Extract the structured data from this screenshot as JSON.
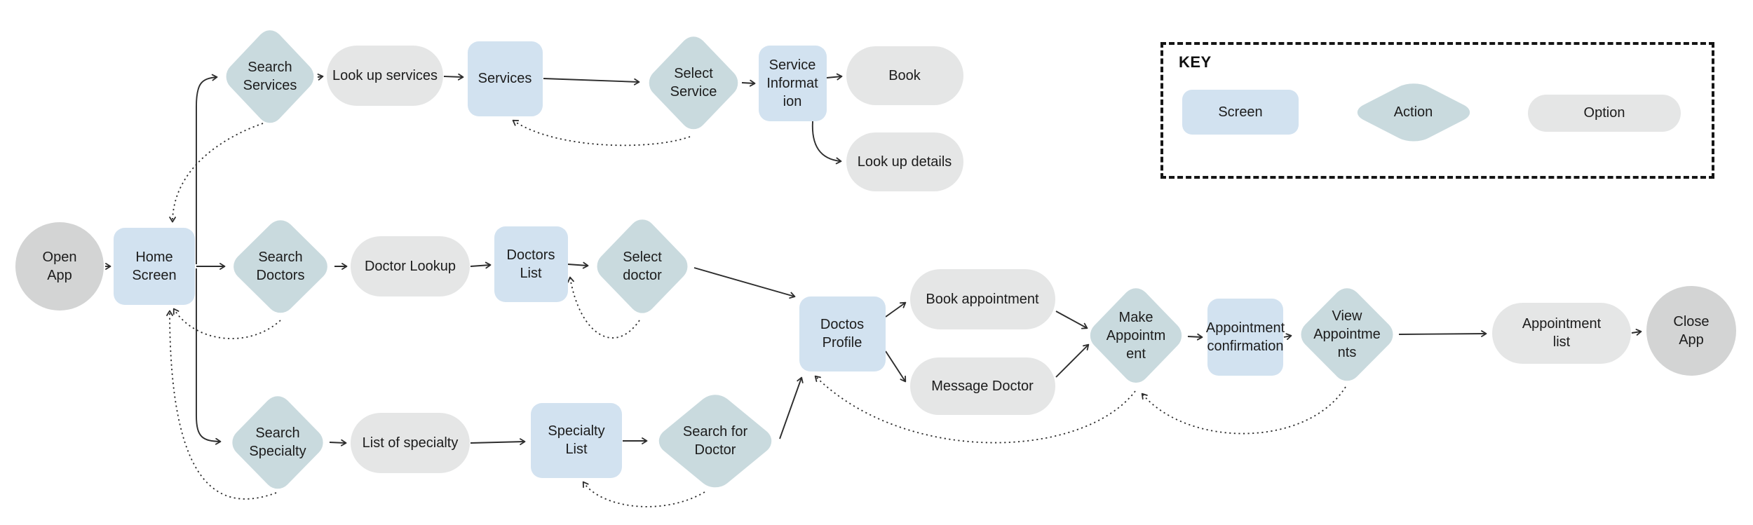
{
  "key": {
    "title": "KEY",
    "items": [
      {
        "type": "screen",
        "label": "Screen"
      },
      {
        "type": "action",
        "label": "Action"
      },
      {
        "type": "option",
        "label": "Option"
      }
    ]
  },
  "colors": {
    "screen": "#d2e2f0",
    "action": "#c9dade",
    "option": "#e5e6e6",
    "terminal": "#d3d4d4",
    "text": "#1c1c1c",
    "line": "#2d2d2d"
  },
  "nodes": [
    {
      "id": "open-app",
      "type": "terminal",
      "label": "Open\nApp"
    },
    {
      "id": "home-screen",
      "type": "screen",
      "label": "Home\nScreen"
    },
    {
      "id": "search-services",
      "type": "action",
      "label": "Search\nServices"
    },
    {
      "id": "look-up-services",
      "type": "option",
      "label": "Look up services"
    },
    {
      "id": "services",
      "type": "screen",
      "label": "Services"
    },
    {
      "id": "select-service",
      "type": "action",
      "label": "Select\nService"
    },
    {
      "id": "service-information",
      "type": "screen",
      "label": "Service\nInformat\nion"
    },
    {
      "id": "book",
      "type": "option",
      "label": "Book"
    },
    {
      "id": "look-up-details",
      "type": "option",
      "label": "Look up details"
    },
    {
      "id": "search-doctors",
      "type": "action",
      "label": "Search\nDoctors"
    },
    {
      "id": "doctor-lookup",
      "type": "option",
      "label": "Doctor Lookup"
    },
    {
      "id": "doctors-list",
      "type": "screen",
      "label": "Doctors\nList"
    },
    {
      "id": "select-doctor",
      "type": "action",
      "label": "Select\ndoctor"
    },
    {
      "id": "doctos-profile",
      "type": "screen",
      "label": "Doctos\nProfile"
    },
    {
      "id": "book-appointment",
      "type": "option",
      "label": "Book appointment"
    },
    {
      "id": "message-doctor",
      "type": "option",
      "label": "Message Doctor"
    },
    {
      "id": "make-appointment",
      "type": "action",
      "label": "Make\nAppointm\nent"
    },
    {
      "id": "appointment-confirmation",
      "type": "screen",
      "label": "Appointment\nconfirmation"
    },
    {
      "id": "view-appointments",
      "type": "action",
      "label": "View\nAppointme\nnts"
    },
    {
      "id": "appointment-list",
      "type": "option",
      "label": "Appointment\nlist"
    },
    {
      "id": "close-app",
      "type": "terminal",
      "label": "Close\nApp"
    },
    {
      "id": "search-specialty",
      "type": "action",
      "label": "Search\nSpecialty"
    },
    {
      "id": "list-of-specialty",
      "type": "option",
      "label": "List of specialty"
    },
    {
      "id": "specialty-list",
      "type": "screen",
      "label": "Specialty\nList"
    },
    {
      "id": "search-for-doctor",
      "type": "action",
      "label": "Search for\nDoctor"
    }
  ],
  "edges": [
    {
      "from": "open-app",
      "to": "home-screen",
      "style": "solid"
    },
    {
      "from": "home-screen",
      "to": "search-services",
      "style": "solid"
    },
    {
      "from": "home-screen",
      "to": "search-doctors",
      "style": "solid"
    },
    {
      "from": "home-screen",
      "to": "search-specialty",
      "style": "solid"
    },
    {
      "from": "search-services",
      "to": "look-up-services",
      "style": "solid"
    },
    {
      "from": "look-up-services",
      "to": "services",
      "style": "solid"
    },
    {
      "from": "services",
      "to": "select-service",
      "style": "solid"
    },
    {
      "from": "select-service",
      "to": "service-information",
      "style": "solid"
    },
    {
      "from": "service-information",
      "to": "book",
      "style": "solid"
    },
    {
      "from": "service-information",
      "to": "look-up-details",
      "style": "solid"
    },
    {
      "from": "search-doctors",
      "to": "doctor-lookup",
      "style": "solid"
    },
    {
      "from": "doctor-lookup",
      "to": "doctors-list",
      "style": "solid"
    },
    {
      "from": "doctors-list",
      "to": "select-doctor",
      "style": "solid"
    },
    {
      "from": "select-doctor",
      "to": "doctos-profile",
      "style": "solid"
    },
    {
      "from": "doctos-profile",
      "to": "book-appointment",
      "style": "solid"
    },
    {
      "from": "doctos-profile",
      "to": "message-doctor",
      "style": "solid"
    },
    {
      "from": "book-appointment",
      "to": "make-appointment",
      "style": "solid"
    },
    {
      "from": "message-doctor",
      "to": "make-appointment",
      "style": "solid"
    },
    {
      "from": "make-appointment",
      "to": "appointment-confirmation",
      "style": "solid"
    },
    {
      "from": "appointment-confirmation",
      "to": "view-appointments",
      "style": "solid"
    },
    {
      "from": "view-appointments",
      "to": "appointment-list",
      "style": "solid"
    },
    {
      "from": "appointment-list",
      "to": "close-app",
      "style": "solid"
    },
    {
      "from": "search-specialty",
      "to": "list-of-specialty",
      "style": "solid"
    },
    {
      "from": "list-of-specialty",
      "to": "specialty-list",
      "style": "solid"
    },
    {
      "from": "specialty-list",
      "to": "search-for-doctor",
      "style": "solid"
    },
    {
      "from": "search-for-doctor",
      "to": "doctos-profile",
      "style": "solid"
    },
    {
      "from": "search-services",
      "to": "home-screen",
      "style": "dotted"
    },
    {
      "from": "select-service",
      "to": "services",
      "style": "dotted"
    },
    {
      "from": "search-doctors",
      "to": "home-screen",
      "style": "dotted"
    },
    {
      "from": "search-specialty",
      "to": "home-screen",
      "style": "dotted"
    },
    {
      "from": "select-doctor",
      "to": "doctors-list",
      "style": "dotted"
    },
    {
      "from": "search-for-doctor",
      "to": "specialty-list",
      "style": "dotted"
    },
    {
      "from": "make-appointment",
      "to": "doctos-profile",
      "style": "dotted"
    },
    {
      "from": "view-appointments",
      "to": "make-appointment",
      "style": "dotted"
    }
  ]
}
